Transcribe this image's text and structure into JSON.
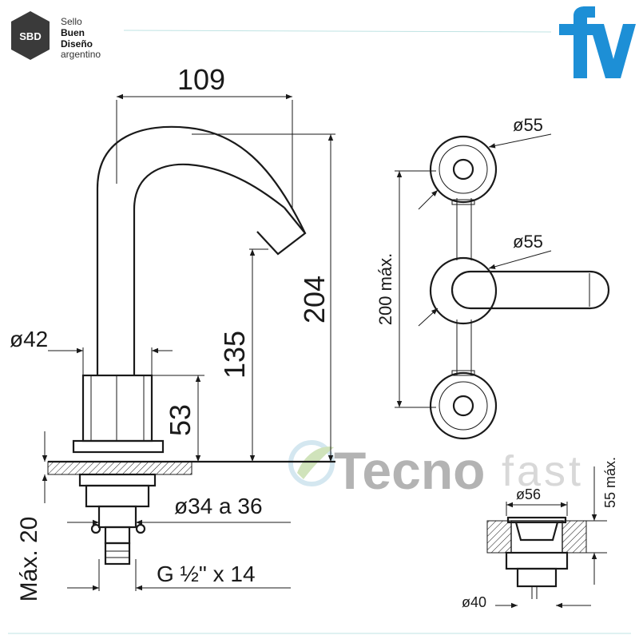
{
  "seal": {
    "badge": "SBD",
    "line1": "Sello",
    "line2": "Buen",
    "line3": "Diseño",
    "line4": "argentino"
  },
  "brand": {
    "logo": "fv",
    "color": "#1d8fd6"
  },
  "watermark": {
    "part1": "Tecno",
    "part2": "fast",
    "color1": "#9e9e9e",
    "color2": "#cfcfcf"
  },
  "side_view": {
    "width": "109",
    "height_total": "204",
    "height_spout": "135",
    "height_body": "53",
    "body_diameter": "ø42",
    "hole_diameter": "ø34 a 36",
    "thread": "G ½\" x 14",
    "max_thickness": "Máx. 20"
  },
  "top_view": {
    "handle_diameter_top": "ø55",
    "spout_diameter": "ø55",
    "spacing": "200 máx."
  },
  "drain_view": {
    "top_diameter": "ø56",
    "max_height": "55 máx.",
    "bottom_diameter": "ø40"
  }
}
